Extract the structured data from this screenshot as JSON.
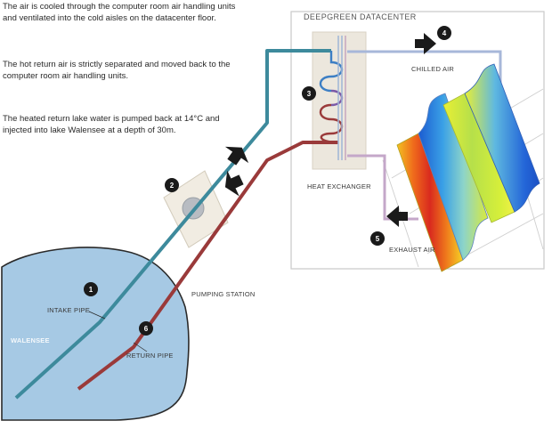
{
  "description": {
    "p1": "The air is cooled through the computer room air handling units and ventilated into the cold aisles on the datacenter floor.",
    "p2": "The hot return air is strictly separated and moved back to the computer room air handling units.",
    "p3": "The heated return lake water is pumped back at 14°C and injected into lake Walensee at a depth of 30m."
  },
  "labels": {
    "datacenter": "DEEPGREEN DATACENTER",
    "chilled_air": "CHILLED AIR",
    "heat_exchanger": "HEAT EXCHANGER",
    "exhaust_air": "EXHAUST AIR",
    "pumping_station": "PUMPING STATION",
    "intake_pipe": "INTAKE PIPE",
    "return_pipe": "RETURN PIPE",
    "lake": "WALENSEE"
  },
  "badges": {
    "b1": "1",
    "b2": "2",
    "b3": "3",
    "b4": "4",
    "b5": "5",
    "b6": "6"
  },
  "colors": {
    "intake_pipe": "#3d8a9c",
    "return_pipe": "#9a3a3a",
    "lake": "#a6c9e4",
    "badge": "#1a1a1a"
  }
}
